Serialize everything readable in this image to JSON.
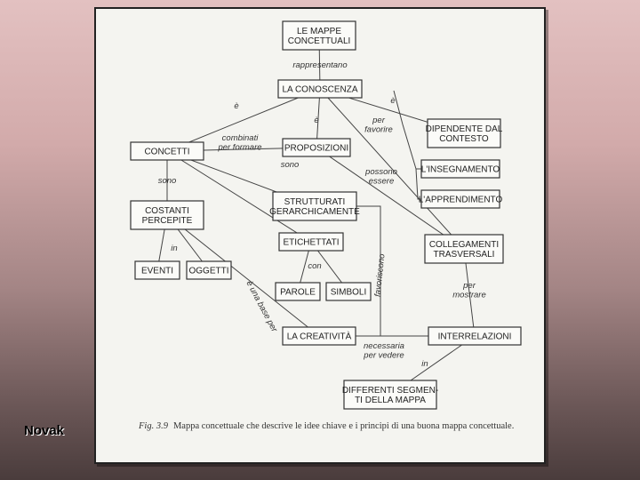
{
  "credit": "Novak",
  "caption": {
    "figure": "Fig. 3.9",
    "text": "Mappa concettuale che descrive le idee chiave e i principi di una buona mappa concettuale."
  },
  "nodes": {
    "mappe": [
      "LE MAPPE",
      "CONCETTUALI"
    ],
    "conoscenza": [
      "LA CONOSCENZA"
    ],
    "concetti": [
      "CONCETTI"
    ],
    "proposizioni": [
      "PROPOSIZIONI"
    ],
    "dipendente": [
      "DIPENDENTE DAL",
      "CONTESTO"
    ],
    "insegnamento": [
      "L'INSEGNAMENTO"
    ],
    "apprendimento": [
      "L'APPRENDIMENTO"
    ],
    "costanti": [
      "COSTANTI",
      "PERCEPITE"
    ],
    "strutturati": [
      "STRUTTURATI",
      "GERARCHICAMENTE"
    ],
    "etichettati": [
      "ETICHETTATI"
    ],
    "collegamenti": [
      "COLLEGAMENTI",
      "TRASVERSALI"
    ],
    "eventi": [
      "EVENTI"
    ],
    "oggetti": [
      "OGGETTI"
    ],
    "parole": [
      "PAROLE"
    ],
    "simboli": [
      "SIMBOLI"
    ],
    "creativita": [
      "LA CREATIVITÀ"
    ],
    "interrelazioni": [
      "INTERRELAZIONI"
    ],
    "differenti": [
      "DIFFERENTI SEGMEN-",
      "TI DELLA MAPPA"
    ]
  },
  "links": {
    "rappresentano": [
      "rappresentano"
    ],
    "e_left": [
      "è"
    ],
    "e_mid": [
      "è"
    ],
    "e_right": [
      "è"
    ],
    "per_favorire": [
      "per",
      "favorire"
    ],
    "combinati": [
      "combinati",
      "per formare"
    ],
    "sono_top": [
      "sono"
    ],
    "sono_left": [
      "sono"
    ],
    "possono_essere": [
      "possono",
      "essere"
    ],
    "in_left": [
      "in"
    ],
    "con": [
      "con"
    ],
    "base": [
      "è una base per"
    ],
    "favoriscono": [
      "favoriscono"
    ],
    "per_mostrare": [
      "per",
      "mostrare"
    ],
    "necessaria": [
      "necessaria",
      "per vedere"
    ],
    "in_right": [
      "in"
    ]
  }
}
